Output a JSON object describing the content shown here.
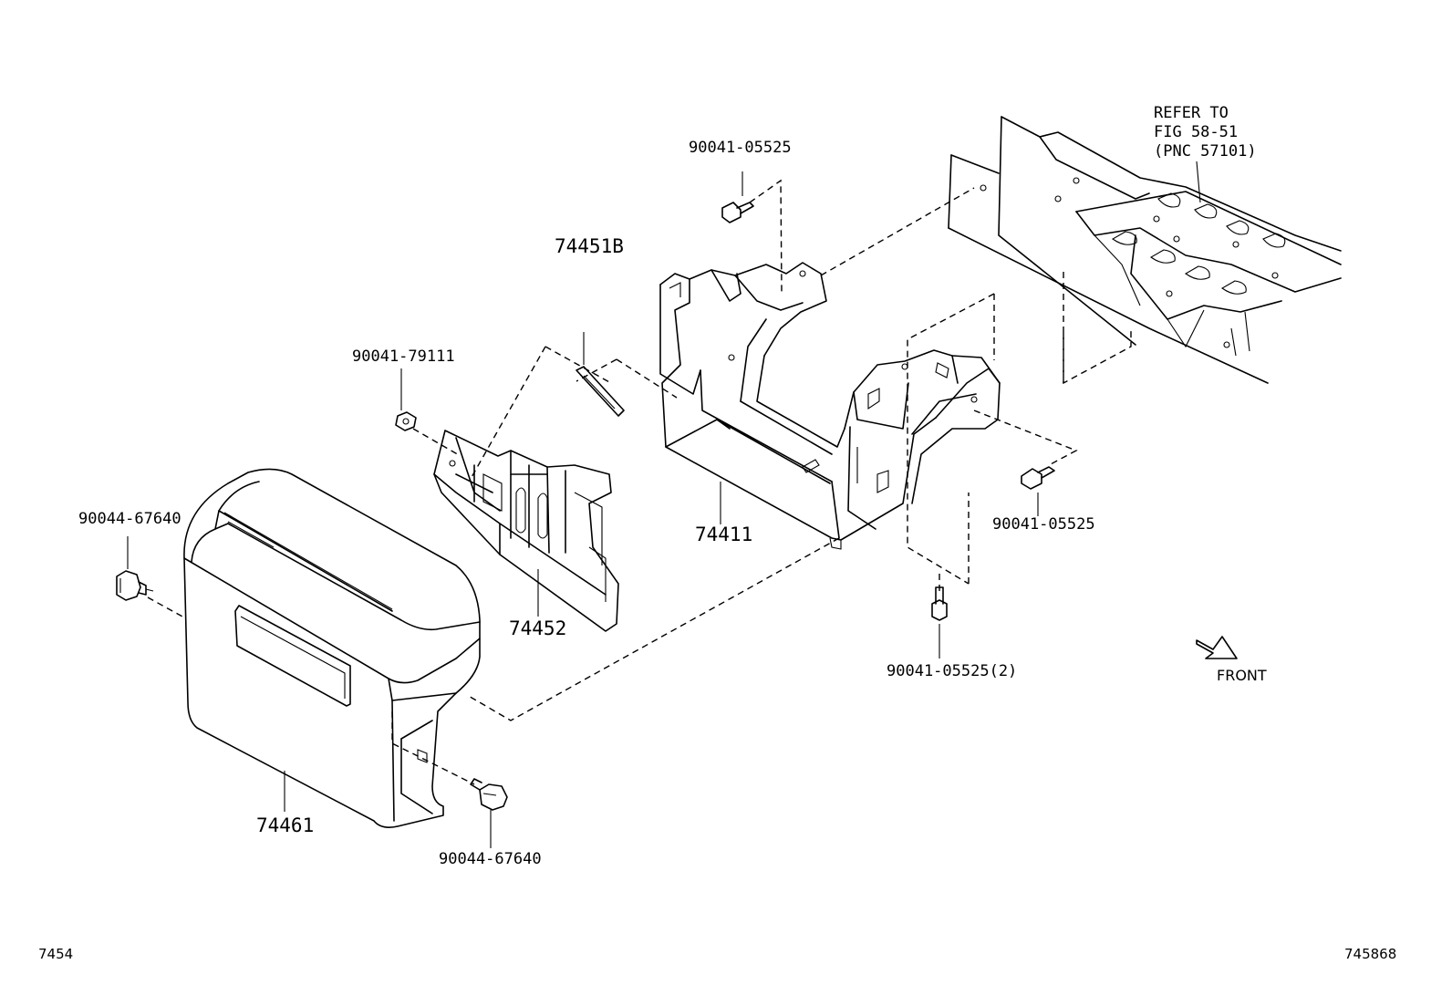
{
  "labels": {
    "bolt_top": "90041-05525",
    "refer_note": [
      "REFER TO",
      "FIG 58-51",
      "(PNC 57101)"
    ],
    "part_74451b": "74451B",
    "nut_79111": "90041-79111",
    "clip_left": "90044-67640",
    "bracket_74411": "74411",
    "bolt_right": "90041-05525",
    "part_74452": "74452",
    "bolt_bottom": "90041-05525(2)",
    "front": "FRONT",
    "part_74461": "74461",
    "clip_bottom": "90044-67640",
    "corner_left": "7454",
    "corner_right": "745868"
  }
}
